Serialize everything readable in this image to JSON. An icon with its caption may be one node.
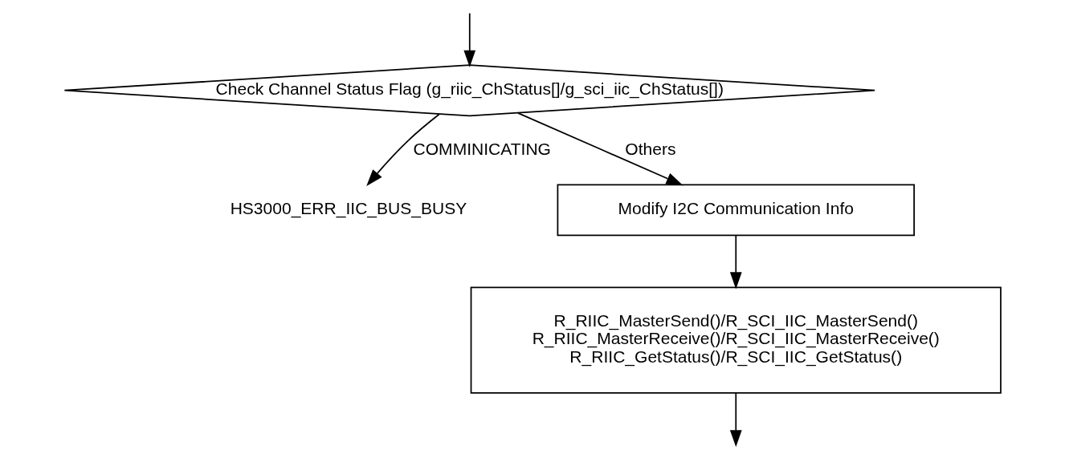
{
  "diagram": {
    "nodes": [
      {
        "text": [
          "Check Channel Status Flag (g_riic_ChStatus[]/g_sci_iic_ChStatus[])"
        ]
      },
      {
        "text": [
          "HS3000_ERR_IIC_BUS_BUSY"
        ]
      },
      {
        "text": [
          "Modify I2C Communication Info"
        ]
      },
      {
        "text": [
          "R_RIIC_MasterSend()/R_SCI_IIC_MasterSend()",
          "R_RIIC_MasterReceive()/R_SCI_IIC_MasterReceive()",
          "R_RIIC_GetStatus()/R_SCI_IIC_GetStatus()"
        ]
      }
    ],
    "edges": [
      {
        "from": null,
        "to": 0,
        "arrow": "to"
      },
      {
        "from": 0,
        "to": 1,
        "arrow": "to",
        "label": "COMMINICATING"
      },
      {
        "from": 0,
        "to": 2,
        "arrow": "to",
        "label": "Others"
      },
      {
        "from": 2,
        "to": 3,
        "arrow": "to"
      },
      {
        "from": 3,
        "to": null,
        "arrow": "to"
      }
    ]
  }
}
